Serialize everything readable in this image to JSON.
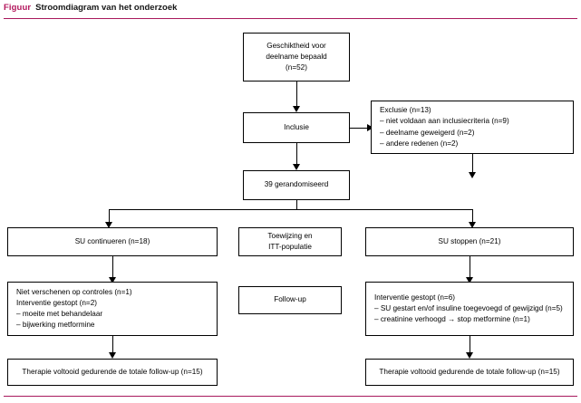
{
  "caption": {
    "label": "Figuur",
    "title": "Stroomdiagram van het onderzoek",
    "label_color": "#b3165c",
    "rule_color": "#a8185c"
  },
  "chart_data": {
    "type": "diagram",
    "title": "Stroomdiagram van het onderzoek",
    "nodes": [
      {
        "id": "eligibility",
        "lines": [
          "Geschiktheid voor",
          "deelname bepaald",
          "(n=52)"
        ],
        "n": 52
      },
      {
        "id": "inclusion",
        "lines": [
          "Inclusie"
        ]
      },
      {
        "id": "exclusion",
        "lines": [
          "Exclusie (n=13)",
          "– niet voldaan aan inclusiecriteria (n=9)",
          "– deelname geweigerd (n=2)",
          "– andere redenen (n=2)"
        ],
        "n": 13
      },
      {
        "id": "randomised",
        "lines": [
          "39 gerandomiseerd"
        ],
        "n": 39
      },
      {
        "id": "allocation-label",
        "lines": [
          "Toewijzing en",
          "ITT-populatie"
        ]
      },
      {
        "id": "su-continue",
        "lines": [
          "SU continueren (n=18)"
        ],
        "n": 18
      },
      {
        "id": "su-stop",
        "lines": [
          "SU stoppen (n=21)"
        ],
        "n": 21
      },
      {
        "id": "followup-label",
        "lines": [
          "Follow-up"
        ]
      },
      {
        "id": "left-dropout",
        "lines": [
          "Niet verschenen op controles (n=1)",
          "Interventie gestopt (n=2)",
          "– moeite met behandelaar",
          "– bijwerking metformine"
        ]
      },
      {
        "id": "right-dropout",
        "lines": [
          "Interventie gestopt (n=6)",
          "– SU gestart en/of insuline toegevoegd of gewijzigd (n=5)",
          "– creatinine verhoogd → stop metformine (n=1)"
        ],
        "n": 6
      },
      {
        "id": "left-completed",
        "lines": [
          "Therapie voltooid gedurende de totale follow-up (n=15)"
        ],
        "n": 15
      },
      {
        "id": "right-completed",
        "lines": [
          "Therapie voltooid gedurende de totale follow-up (n=15)"
        ],
        "n": 15
      }
    ],
    "edges": [
      {
        "from": "eligibility",
        "to": "inclusion",
        "type": "down-arrow"
      },
      {
        "from": "inclusion",
        "to": "exclusion",
        "type": "right-arrow"
      },
      {
        "from": "inclusion",
        "to": "randomised",
        "type": "down-arrow"
      },
      {
        "from": "exclusion",
        "to": "su-stop",
        "type": "down-arrow"
      },
      {
        "from": "randomised",
        "to": "su-continue",
        "type": "split-down-arrow"
      },
      {
        "from": "randomised",
        "to": "su-stop",
        "type": "split-down-arrow"
      },
      {
        "from": "su-continue",
        "to": "left-dropout",
        "type": "down-arrow"
      },
      {
        "from": "su-stop",
        "to": "right-dropout",
        "type": "down-arrow"
      },
      {
        "from": "left-dropout",
        "to": "left-completed",
        "type": "down-arrow"
      },
      {
        "from": "right-dropout",
        "to": "right-completed",
        "type": "down-arrow"
      }
    ]
  }
}
